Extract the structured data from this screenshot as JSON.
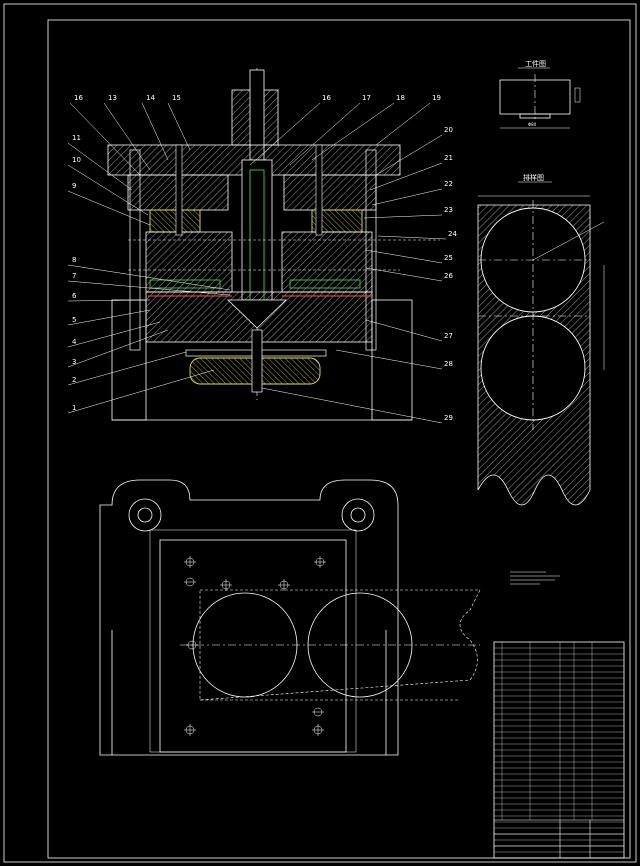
{
  "callouts": {
    "left": [
      "16",
      "13",
      "14",
      "15",
      "11",
      "10",
      "9",
      "8",
      "7",
      "6",
      "5",
      "4",
      "3",
      "2",
      "1"
    ],
    "right": [
      "16",
      "17",
      "18",
      "19",
      "20",
      "21",
      "22",
      "23",
      "24",
      "25",
      "26",
      "27",
      "28",
      "29"
    ]
  },
  "views": {
    "workpiece_title": "工件图",
    "workpiece_dim": "Φ80",
    "layout_title": "排样图"
  },
  "colors": {
    "background": "#000000",
    "linework": "#ffffff",
    "accent_yellow": "#e8e04a",
    "accent_green": "#4ee04e",
    "accent_cyan": "#3fe0e0",
    "accent_red": "#ff5050"
  }
}
